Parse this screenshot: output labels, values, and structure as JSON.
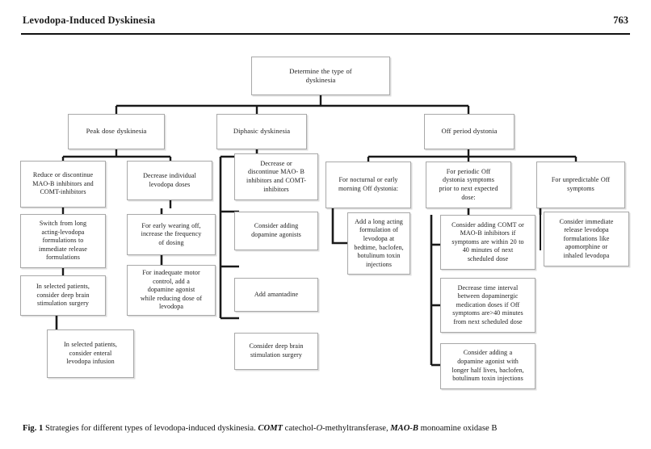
{
  "header": {
    "title": "Levodopa-Induced Dyskinesia",
    "page_number": "763"
  },
  "caption": {
    "figure_label": "Fig. 1",
    "text_1": "Strategies for different types of levodopa-induced dyskinesia.",
    "abbr_1": "COMT",
    "abbr_1_expansion_a": "catechol-",
    "abbr_1_expansion_o": "O",
    "abbr_1_expansion_b": "-methyltransferase,",
    "abbr_2": "MAO-B",
    "abbr_2_expansion": "monoamine oxidase B"
  },
  "chart_data": {
    "type": "diagram",
    "diagram_kind": "flowchart-tree",
    "title": "Strategies for different types of levodopa-induced dyskinesia",
    "nodes": {
      "root": "Determine  the type of\ndyskinesia",
      "branch_peak": "Peak dose dyskinesia",
      "branch_diphasic": "Diphasic dyskinesia",
      "branch_off": "Off period dystonia",
      "peak_a1": "Reduce or discontinue\nMAO-B inhibitors and\nCOMT-inhibitors",
      "peak_a2": "Switch from long\nacting-levodopa\nformulations to\nimmediate  release\nformulations",
      "peak_a3": "In selected patients,\nconsider deep brain\nstimulation  surgery",
      "peak_a4": "In selected patients,\nconsider enteral\nlevodopa infusion",
      "peak_b1": "Decrease individual\nlevodopa doses",
      "peak_b2": "For early wearing off,\nincrease the frequency\nof dosing",
      "peak_b3": "For inadequate motor\ncontrol, add a\ndopamine  agonist\nwhile  reducing dose of\nlevodopa",
      "dip_1": "Decrease or\ndiscontinue MAO- B\ninhibitors and COMT-\ninhibitors",
      "dip_2": "Consider adding\ndopamine agonists",
      "dip_3": "Add amantadine",
      "dip_4": "Consider deep brain\nstimulation surgery",
      "off_a1": "For nocturnal or early\nmorning Off dystonia:",
      "off_a2": "Add a long acting\nformulation  of\nlevodopa at\nbedtime,  baclofen,\nbotulinum toxin\ninjections",
      "off_b1": "For periodic Off\ndystonia symptoms\nprior to next expected\ndose:",
      "off_b2": "Consider adding COMT  or\nMAO-B  inhibitors if\nsymptoms are within 20  to\n40  minutes of next\nscheduled dose",
      "off_b3": "Decrease time  interval\nbetween dopaminergic\nmedication  doses if Off\nsymptoms are>40  minutes\nfrom  next  scheduled dose",
      "off_b4": "Consider adding a\ndopamine  agonist with\nlonger half lives, baclofen,\nbotulinum toxin injections",
      "off_c1": "For unpredictable Off\nsymptoms",
      "off_c2": "Consider immediate\nrelease levodopa\nformulations like\napomorphine or\ninhaled levodopa"
    },
    "edges": [
      {
        "from": "root",
        "to": "branch_peak"
      },
      {
        "from": "root",
        "to": "branch_diphasic"
      },
      {
        "from": "root",
        "to": "branch_off"
      },
      {
        "from": "branch_peak",
        "to": "peak_a1"
      },
      {
        "from": "branch_peak",
        "to": "peak_b1"
      },
      {
        "from": "peak_a1",
        "to": "peak_a2"
      },
      {
        "from": "peak_a2",
        "to": "peak_a3"
      },
      {
        "from": "peak_a3",
        "to": "peak_a4"
      },
      {
        "from": "peak_b1",
        "to": "peak_b2"
      },
      {
        "from": "peak_b2",
        "to": "peak_b3"
      },
      {
        "from": "branch_diphasic",
        "to": "dip_1"
      },
      {
        "from": "dip_1",
        "to": "dip_2"
      },
      {
        "from": "dip_2",
        "to": "dip_3"
      },
      {
        "from": "dip_3",
        "to": "dip_4"
      },
      {
        "from": "branch_off",
        "to": "off_a1"
      },
      {
        "from": "branch_off",
        "to": "off_b1"
      },
      {
        "from": "branch_off",
        "to": "off_c1"
      },
      {
        "from": "off_a1",
        "to": "off_a2"
      },
      {
        "from": "off_b1",
        "to": "off_b2"
      },
      {
        "from": "off_b2",
        "to": "off_b3"
      },
      {
        "from": "off_b3",
        "to": "off_b4"
      },
      {
        "from": "off_c1",
        "to": "off_c2"
      }
    ],
    "colors": {
      "node_fill": "#ffffff",
      "node_border": "#a8a8a8",
      "connector": "#1a1a1a",
      "text": "#1d1d1d"
    }
  }
}
